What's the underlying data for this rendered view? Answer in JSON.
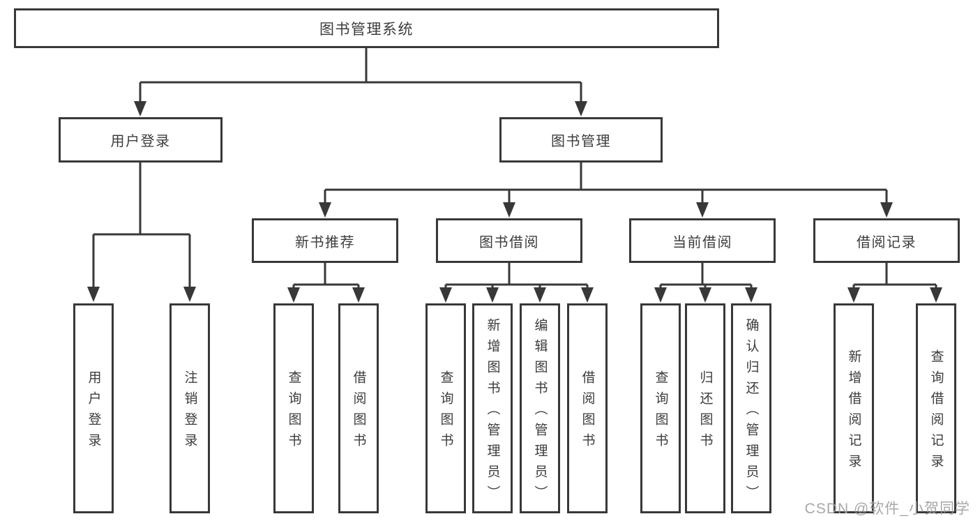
{
  "diagram": {
    "root": {
      "label": "图书管理系统"
    },
    "level2": [
      {
        "label": "用户登录"
      },
      {
        "label": "图书管理"
      }
    ],
    "level3": [
      {
        "label": "新书推荐"
      },
      {
        "label": "图书借阅"
      },
      {
        "label": "当前借阅"
      },
      {
        "label": "借阅记录"
      }
    ],
    "leaves": [
      {
        "label": "用户登录"
      },
      {
        "label": "注销登录"
      },
      {
        "label": "查询图书"
      },
      {
        "label": "借阅图书"
      },
      {
        "label": "查询图书"
      },
      {
        "label": "新增图书（管理员）"
      },
      {
        "label": "编辑图书（管理员）"
      },
      {
        "label": "借阅图书"
      },
      {
        "label": "查询图书"
      },
      {
        "label": "归还图书"
      },
      {
        "label": "确认归还（管理员）"
      },
      {
        "label": "新增借阅记录"
      },
      {
        "label": "查询借阅记录"
      }
    ]
  },
  "watermark": "CSDN @软件_小贺同学",
  "colors": {
    "line": "#383838",
    "text": "#3c3c3c",
    "background": "#ffffff",
    "watermark": "#9e9e9e"
  }
}
